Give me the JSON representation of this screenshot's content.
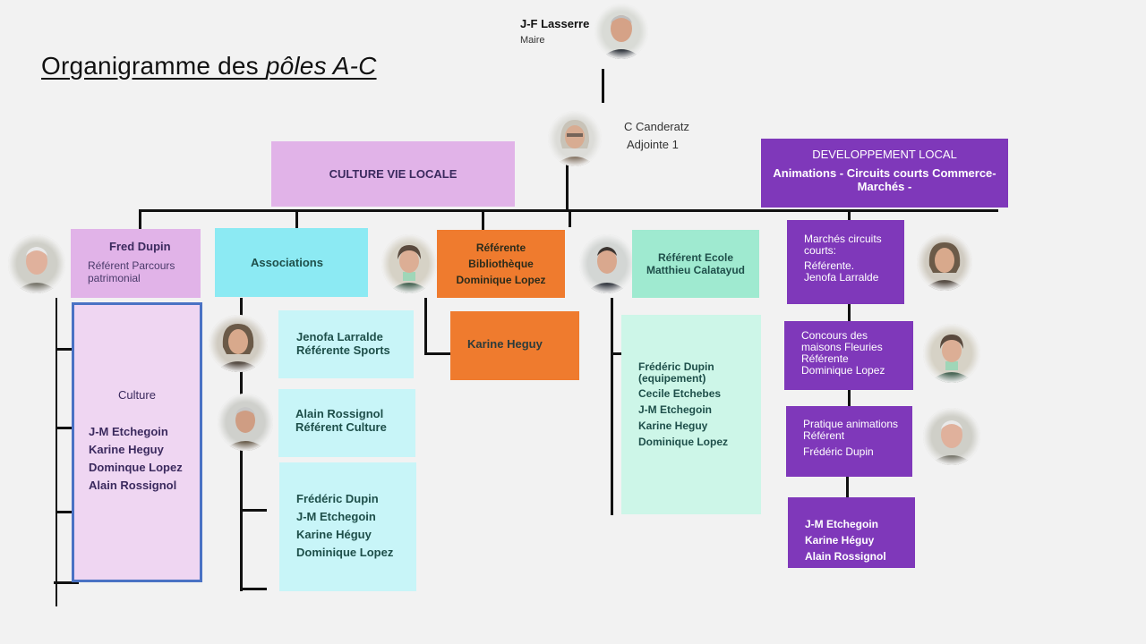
{
  "title": {
    "main": "Organigramme des ",
    "italic": "pôles A-C"
  },
  "mayor": {
    "name": "J-F Lasserre",
    "role": "Maire"
  },
  "deputy": {
    "name": "C Canderatz",
    "role": "Adjointe 1"
  },
  "culture_header": "CULTURE VIE LOCALE",
  "dev_header": {
    "title": "DEVELOPPEMENT LOCAL",
    "subtitle": "Animations - Circuits courts Commerce-Marchés -"
  },
  "fred": {
    "name": "Fred Dupin",
    "line1": "Référent Parcours",
    "line2": "patrimonial"
  },
  "associations": "Associations",
  "bibliotheque": {
    "line1": "Référente",
    "line2": "Bibliothèque",
    "line3": "Dominique Lopez"
  },
  "ecole": {
    "line1": "Référent Ecole",
    "line2": "Matthieu Calatayud"
  },
  "culture_box": {
    "title": "Culture",
    "members": [
      "J-M Etchegoin",
      "Karine Heguy",
      "Dominque Lopez",
      "Alain Rossignol"
    ]
  },
  "sports": {
    "line1": "Jenofa Larralde",
    "line2": "Référente Sports"
  },
  "culture_ref": {
    "line1": "Alain Rossignol",
    "line2": "Référent Culture"
  },
  "assoc_members": [
    "Frédéric Dupin",
    "J-M Etchegoin",
    "Karine Héguy",
    "Dominique Lopez"
  ],
  "karine_box": "Karine Heguy",
  "ecole_members": [
    "Frédéric Dupin",
    "(equipement)",
    "Cecile Etchebes",
    "J-M Etchegoin",
    "Karine Heguy",
    "Dominique Lopez"
  ],
  "marches": {
    "line1": "Marchés circuits",
    "line2": "courts:",
    "line3": "Référente.",
    "line4": "Jenofa Larralde"
  },
  "concours": {
    "line1": "Concours des",
    "line2": "maisons Fleuries",
    "line3": "Référente",
    "line4": "Dominique Lopez"
  },
  "pratique": {
    "line1": "Pratique animations",
    "line2": "Référent",
    "line3": "Frédéric Dupin"
  },
  "dev_members": [
    "J-M Etchegoin",
    "Karine Héguy",
    "Alain Rossignol"
  ]
}
